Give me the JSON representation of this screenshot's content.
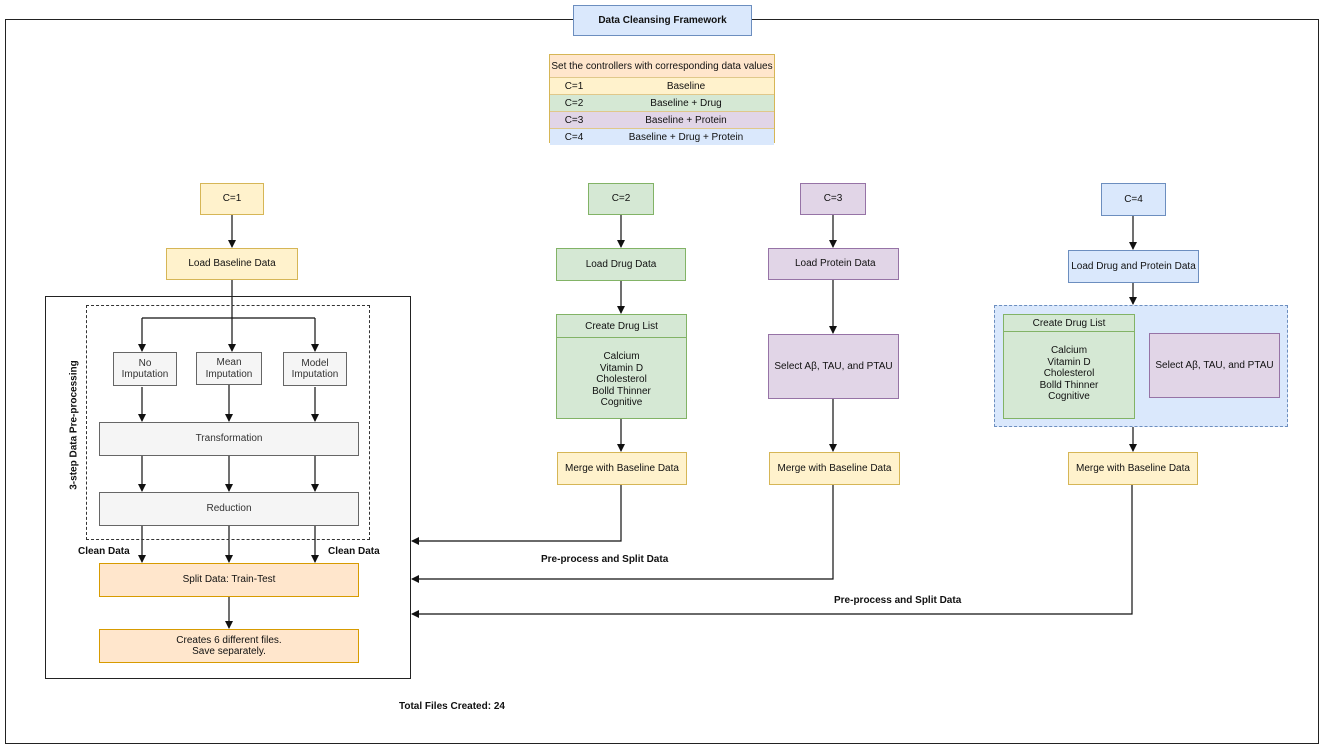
{
  "title": "Data Cleansing Framework",
  "legend": {
    "header": "Set the controllers with corresponding data values",
    "rows": [
      {
        "key": "C=1",
        "value": "Baseline"
      },
      {
        "key": "C=2",
        "value": "Baseline + Drug"
      },
      {
        "key": "C=3",
        "value": "Baseline + Protein"
      },
      {
        "key": "C=4",
        "value": "Baseline + Drug + Protein"
      }
    ]
  },
  "c1": {
    "controller": "C=1",
    "load": "Load Baseline Data",
    "preprocess_label": "3-step Data Pre-processing",
    "imputations": [
      "No Imputation",
      "Mean Imputation",
      "Model Imputation"
    ],
    "transformation": "Transformation",
    "reduction": "Reduction",
    "clean_left": "Clean Data",
    "clean_right": "Clean Data",
    "split": "Split Data: Train-Test",
    "creates_line1": "Creates 6 different files.",
    "creates_line2": "Save separately."
  },
  "c2": {
    "controller": "C=2",
    "load": "Load Drug Data",
    "list_title": "Create Drug List",
    "drugs": [
      "Calcium",
      "Vitamin D",
      "Cholesterol",
      "Bolld Thinner",
      "Cognitive"
    ],
    "merge": "Merge with Baseline Data"
  },
  "c3": {
    "controller": "C=3",
    "load": "Load Protein Data",
    "select": "Select Aβ, TAU, and PTAU",
    "merge": "Merge with Baseline Data"
  },
  "c4": {
    "controller": "C=4",
    "load": "Load Drug and Protein Data",
    "list_title": "Create Drug List",
    "drugs": [
      "Calcium",
      "Vitamin D",
      "Cholesterol",
      "Bolld Thinner",
      "Cognitive"
    ],
    "select": "Select Aβ, TAU, and PTAU",
    "merge": "Merge with Baseline Data"
  },
  "edge_labels": {
    "preprocess_split_1": "Pre-process and Split Data",
    "preprocess_split_2": "Pre-process and Split Data"
  },
  "total": "Total Files Created: 24"
}
